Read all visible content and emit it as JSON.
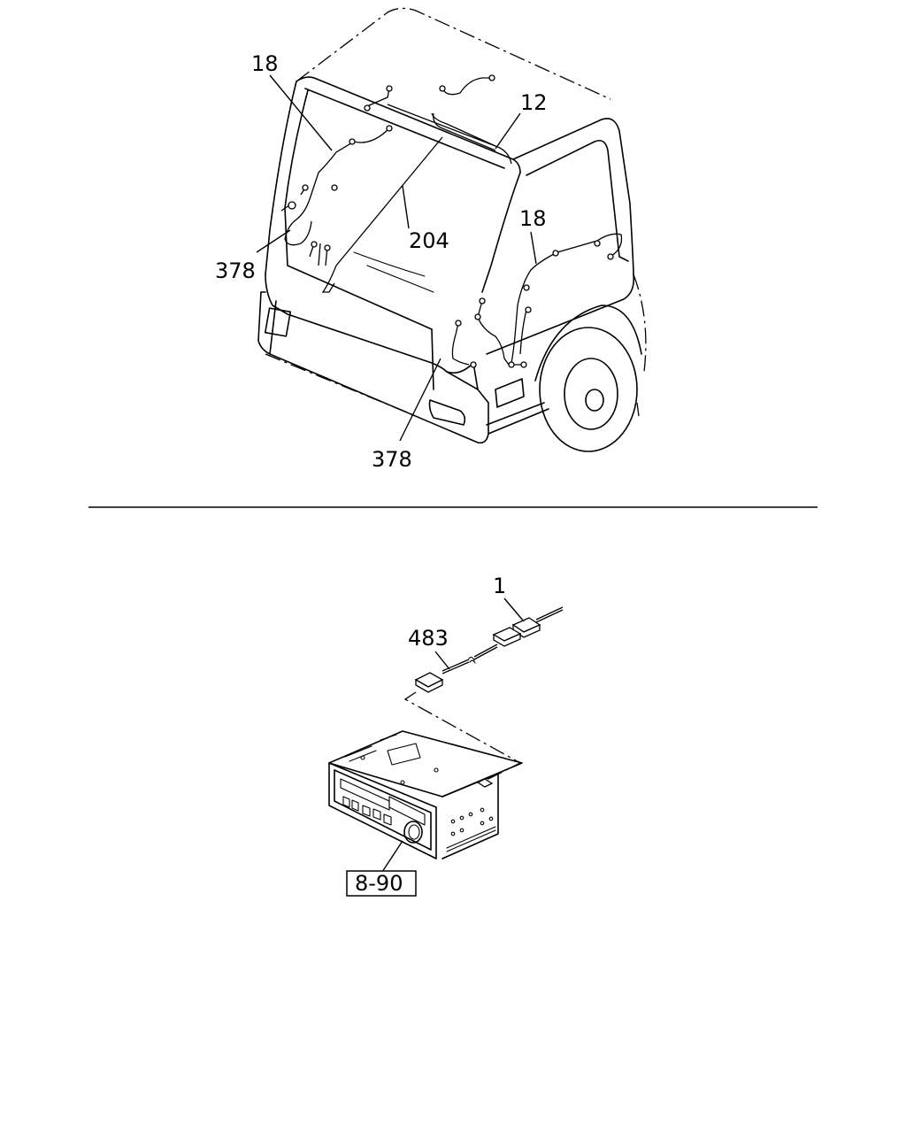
{
  "upper_view": {
    "callouts": {
      "label_18_left": "18",
      "label_12": "12",
      "label_204": "204",
      "label_18_right": "18",
      "label_378_left": "378",
      "label_378_bottom": "378"
    }
  },
  "lower_view": {
    "callouts": {
      "label_1": "1",
      "label_483": "483",
      "ref_8_90": "8-90"
    }
  }
}
